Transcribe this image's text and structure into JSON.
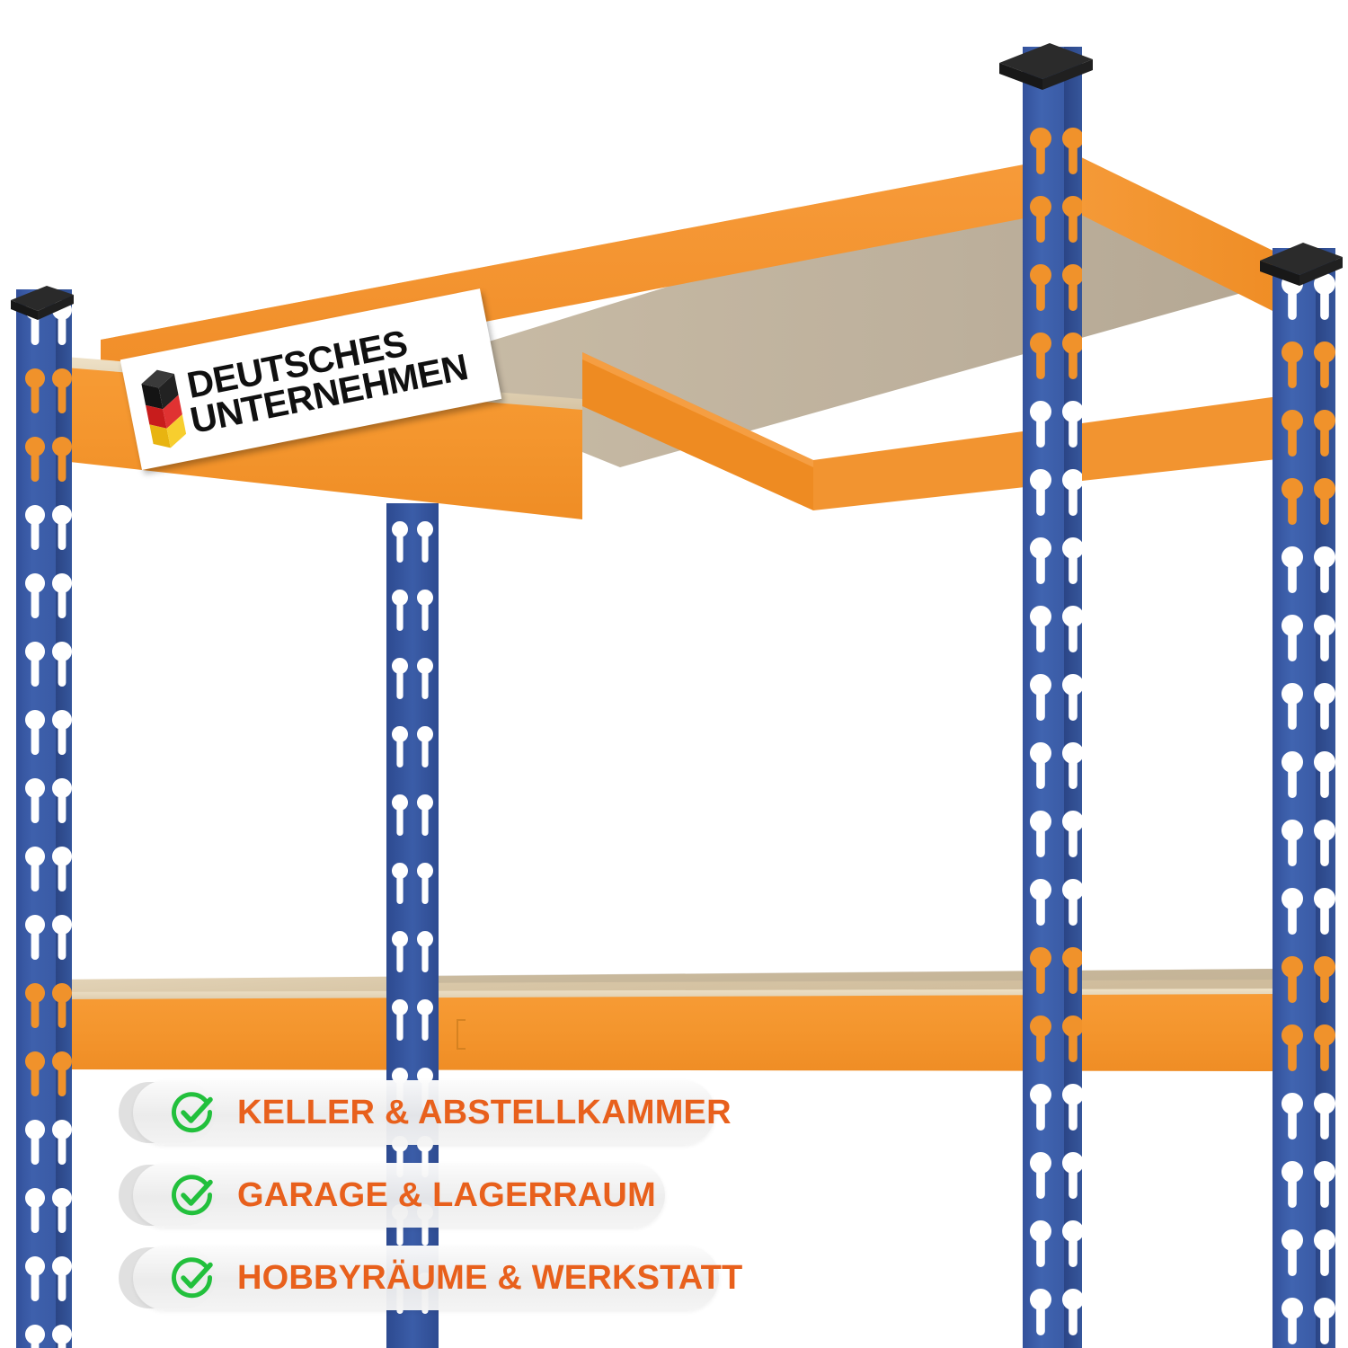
{
  "product": {
    "type": "heavy-duty-steel-shelving-rack",
    "frame_color_hex": "#3A5BA8",
    "beam_color_hex": "#F0922B",
    "board_color_hex": "#D9C7A9",
    "cap_color_hex": "#1E1E1E",
    "background_hex": "#FFFFFF",
    "shelf_count_visible": 2,
    "post_count_visible": 4
  },
  "badge": {
    "name": "deutsches-unternehmen-badge",
    "line1": "DEUTSCHES",
    "line2": "UNTERNEHMEN",
    "icon": "german-flag-3d-column-icon",
    "background_hex": "#FFFFFF",
    "text_hex": "#101010",
    "flag_colors": [
      "#141414",
      "#D81E1E",
      "#F5C518"
    ]
  },
  "features": {
    "check_icon": "green-circle-check-icon",
    "check_color_hex": "#22C03C",
    "text_color_hex": "#E8601C",
    "pill_background_hex": "#EFEFEF",
    "items": [
      {
        "label": "KELLER & ABSTELLKAMMER"
      },
      {
        "label": "GARAGE & LAGERRAUM"
      },
      {
        "label": "HOBBYRÄUME & WERKSTATT"
      }
    ]
  }
}
